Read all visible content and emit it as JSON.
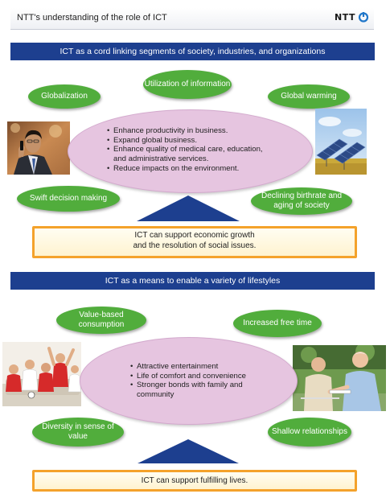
{
  "header": {
    "title": "NTT's understanding of the role of ICT",
    "logo_text": "NTT"
  },
  "section1": {
    "banner": "ICT as a cord linking segments of society, industries, and organizations",
    "ovals": {
      "globalization": "Globalization",
      "utilization": "Utilization of information",
      "global_warming": "Global warming",
      "swift_decision": "Swift decision making",
      "declining_birthrate": "Declining birthrate and aging of society"
    },
    "bullets": [
      "Enhance productivity in business.",
      "Expand global business.",
      "Enhance quality of medical care, education, and administrative services.",
      "Reduce impacts on the environment."
    ],
    "result": [
      "ICT can support economic growth",
      "and the resolution of social issues."
    ]
  },
  "section2": {
    "banner": "ICT as a means to enable a variety of lifestyles",
    "ovals": {
      "value_based": "Value-based consumption",
      "increased_free_time": "Increased free time",
      "diversity": "Diversity in sense of value",
      "shallow": "Shallow relationships"
    },
    "bullets": [
      "Attractive entertainment",
      "Life of comfort and convenience",
      "Stronger bonds with family and community"
    ],
    "result": "ICT can support fulfilling lives."
  },
  "colors": {
    "banner_blue": "#1d3f8f",
    "oval_green": "#51ad3c",
    "ellipse_pink": "#e6c5e0",
    "result_border_orange": "#f4a22b"
  }
}
